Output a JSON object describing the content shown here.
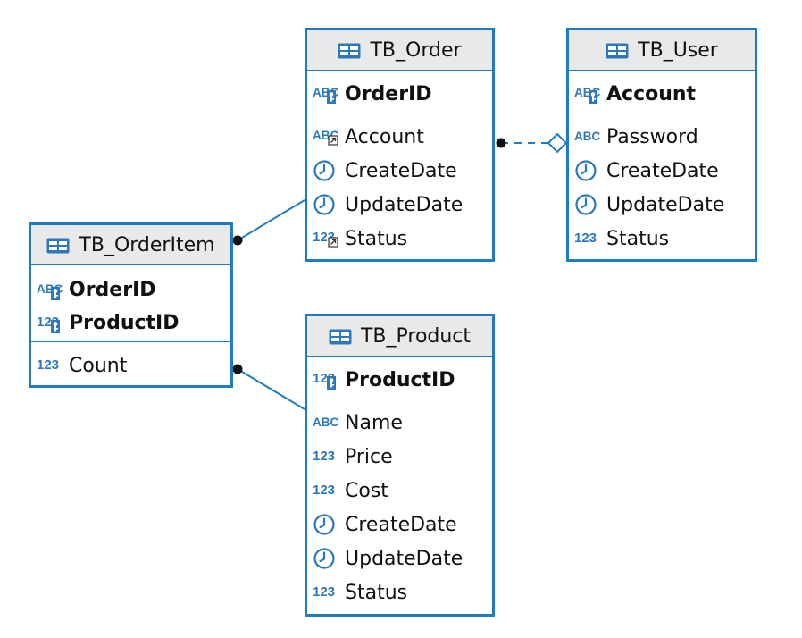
{
  "colors": {
    "border": "#1f7bc1",
    "header_bg": "#e9e9e9",
    "icon": "#2b78bd"
  },
  "entities": {
    "order_item": {
      "title": "TB_OrderItem",
      "pk": [
        {
          "name": "OrderID",
          "icon": "text-key-icon"
        },
        {
          "name": "ProductID",
          "icon": "number-key-icon"
        }
      ],
      "cols": [
        {
          "name": "Count",
          "icon": "number-icon"
        }
      ]
    },
    "order": {
      "title": "TB_Order",
      "pk": [
        {
          "name": "OrderID",
          "icon": "text-key-icon"
        }
      ],
      "cols": [
        {
          "name": "Account",
          "icon": "text-fk-icon"
        },
        {
          "name": "CreateDate",
          "icon": "clock-icon"
        },
        {
          "name": "UpdateDate",
          "icon": "clock-icon"
        },
        {
          "name": "Status",
          "icon": "number-fk-icon"
        }
      ]
    },
    "user": {
      "title": "TB_User",
      "pk": [
        {
          "name": "Account",
          "icon": "text-key-icon"
        }
      ],
      "cols": [
        {
          "name": "Password",
          "icon": "text-icon"
        },
        {
          "name": "CreateDate",
          "icon": "clock-icon"
        },
        {
          "name": "UpdateDate",
          "icon": "clock-icon"
        },
        {
          "name": "Status",
          "icon": "number-icon"
        }
      ]
    },
    "product": {
      "title": "TB_Product",
      "pk": [
        {
          "name": "ProductID",
          "icon": "number-key-icon"
        }
      ],
      "cols": [
        {
          "name": "Name",
          "icon": "text-icon"
        },
        {
          "name": "Price",
          "icon": "number-icon"
        },
        {
          "name": "Cost",
          "icon": "number-icon"
        },
        {
          "name": "CreateDate",
          "icon": "clock-icon"
        },
        {
          "name": "UpdateDate",
          "icon": "clock-icon"
        },
        {
          "name": "Status",
          "icon": "number-icon"
        }
      ]
    }
  },
  "relationships": [
    {
      "from": "TB_OrderItem",
      "to": "TB_Order",
      "style": "solid",
      "from_end": "dot",
      "to_end": "none"
    },
    {
      "from": "TB_OrderItem",
      "to": "TB_Product",
      "style": "solid",
      "from_end": "dot",
      "to_end": "none"
    },
    {
      "from": "TB_Order",
      "to": "TB_User",
      "style": "dashed",
      "from_end": "dot",
      "to_end": "diamond"
    }
  ]
}
